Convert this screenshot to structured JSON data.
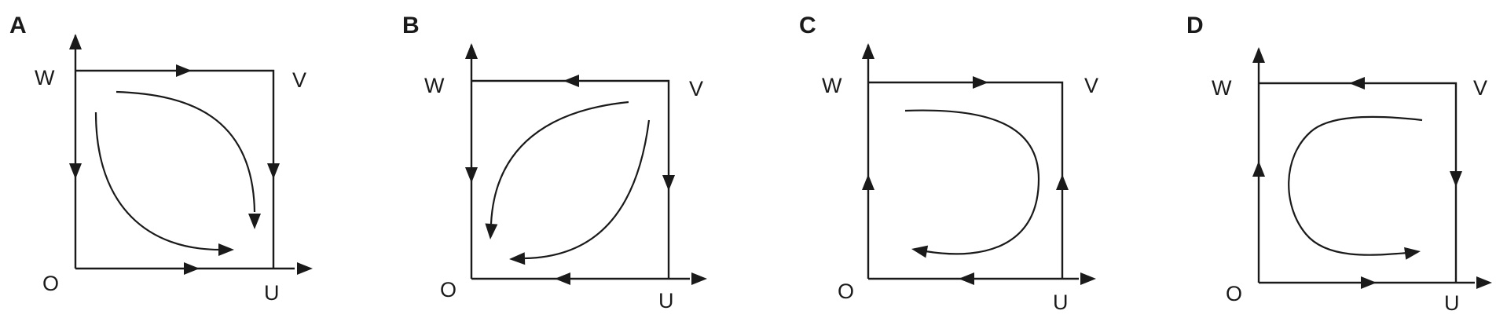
{
  "panels": [
    {
      "letter": "A",
      "labels": {
        "w": "W",
        "v": "V",
        "o": "O",
        "u": "U"
      },
      "edges": {
        "top": "right",
        "right": "down",
        "left": "down",
        "bottom": "right"
      },
      "trajectory": "two arcs from top-left region curving toward the lower-right corner"
    },
    {
      "letter": "B",
      "labels": {
        "w": "W",
        "v": "V",
        "o": "O",
        "u": "U"
      },
      "edges": {
        "top": "left",
        "right": "down",
        "left": "down",
        "bottom": "left"
      },
      "trajectory": "two arcs from top-right region curving toward the lower-left corner"
    },
    {
      "letter": "C",
      "labels": {
        "w": "W",
        "v": "V",
        "o": "O",
        "u": "U"
      },
      "edges": {
        "top": "right",
        "right": "up",
        "left": "up",
        "bottom": "left"
      },
      "trajectory": "clockwise U-turn loop ending with arrow pointing left"
    },
    {
      "letter": "D",
      "labels": {
        "w": "W",
        "v": "V",
        "o": "O",
        "u": "U"
      },
      "edges": {
        "top": "left",
        "right": "down",
        "left": "up",
        "bottom": "right"
      },
      "trajectory": "counter-clockwise U-turn loop ending with arrow pointing right"
    }
  ]
}
